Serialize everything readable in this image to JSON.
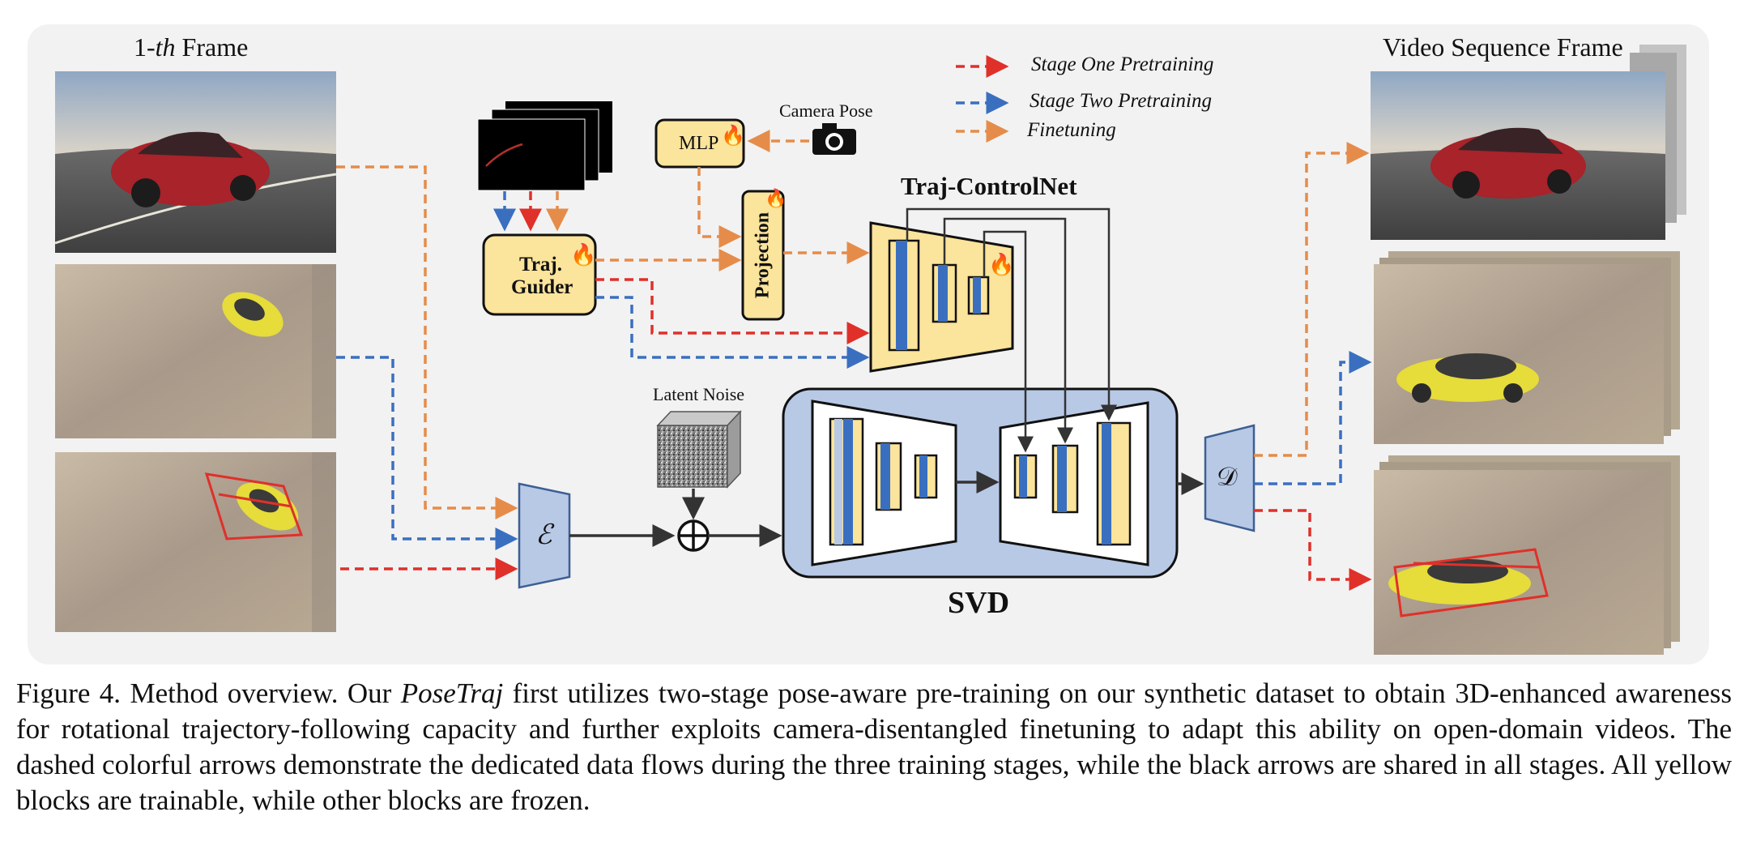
{
  "labels": {
    "first_frame_prefix": "1-",
    "first_frame_italic": "th",
    "first_frame_suffix": " Frame",
    "video_sequence": "Video Sequence Frame",
    "camera_pose": "Camera Pose",
    "mlp": "MLP",
    "projection": "Projection",
    "traj_guider_line1": "Traj.",
    "traj_guider_line2": "Guider",
    "traj_controlnet": "Traj-ControlNet",
    "latent_noise": "Latent Noise",
    "svd": "SVD",
    "encoder": "ℰ",
    "decoder": "𝒟"
  },
  "legend": [
    {
      "label": "Stage One Pretraining",
      "color": "#e0302a"
    },
    {
      "label": "Stage Two Pretraining",
      "color": "#3a6fc0"
    },
    {
      "label": "Finetuning",
      "color": "#e58c4a"
    }
  ],
  "caption": {
    "part1": "Figure 4. Method overview. Our ",
    "italic": "PoseTraj",
    "part2": " first utilizes two-stage pose-aware pre-training on our synthetic dataset to obtain 3D-enhanced awareness for rotational trajectory-following capacity and further exploits camera-disentangled finetuning to adapt this ability on open-domain videos. The dashed colorful arrows demonstrate the dedicated data flows during the three training stages, while the black arrows are shared in all stages. All yellow blocks are trainable, while other blocks are frozen."
  },
  "colors": {
    "stage_one": "#e0302a",
    "stage_two": "#3a6fc0",
    "finetune": "#e58c4a",
    "trainable_yellow": "#fbe49b",
    "frozen_blue": "#b8c9e6",
    "panel_bg": "#f2f2f2"
  },
  "icons": [
    "camera-icon",
    "fire-icon",
    "noise-cube-icon",
    "plus-circle-icon"
  ]
}
